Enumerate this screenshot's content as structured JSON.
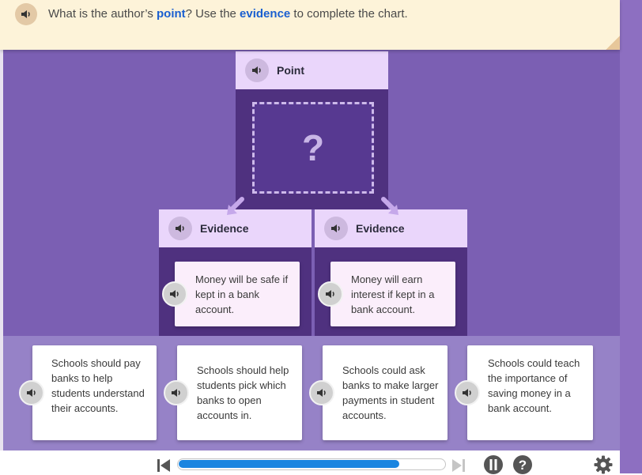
{
  "prompt": {
    "part1": "What is the author’s ",
    "keyword1": "point",
    "part2": "? Use the ",
    "keyword2": "evidence",
    "part3": " to complete the chart."
  },
  "point": {
    "header": "Point",
    "placeholder": "?"
  },
  "evidence": [
    {
      "header": "Evidence",
      "text": "Money will be safe if kept in a bank account."
    },
    {
      "header": "Evidence",
      "text": "Money will earn interest if kept in a bank account."
    }
  ],
  "answers": [
    {
      "text": "Schools should pay banks to help students understand their accounts."
    },
    {
      "text": "Schools should help students pick which banks to open accounts in."
    },
    {
      "text": "Schools could ask banks to make larger payments in student accounts."
    },
    {
      "text": "Schools could teach the importance of saving money in a bank account."
    }
  ],
  "player": {
    "progress": 0.83
  },
  "colors": {
    "stage": "#7b5fb3",
    "header": "#ead6fb",
    "box": "#4f317f",
    "tray": "#9682c7",
    "prompt_bg": "#fdf3d9",
    "keyword": "#1a5fd0",
    "progress": "#1a85e0"
  },
  "icons": [
    "speaker-icon",
    "question-mark-icon",
    "skip-back-icon",
    "skip-forward-icon",
    "pause-icon",
    "help-icon",
    "settings-icon",
    "arrow-down-icon"
  ]
}
